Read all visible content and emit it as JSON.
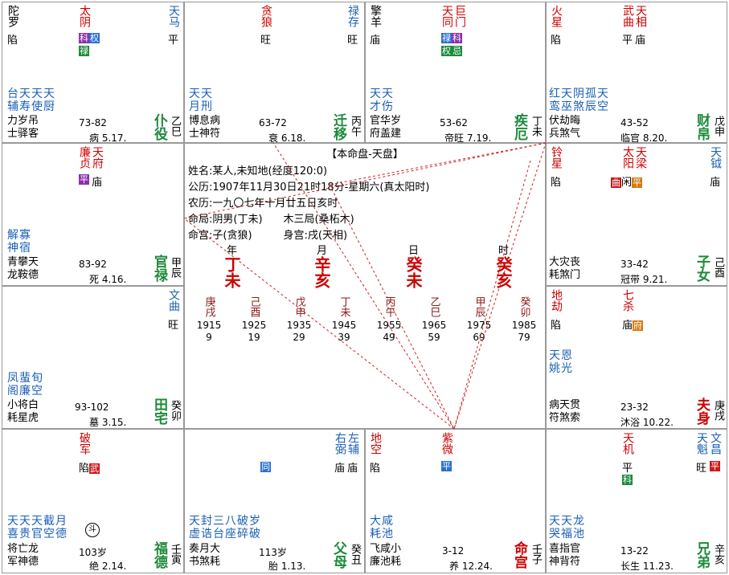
{
  "center": {
    "title": "【本命盘-天盘】",
    "lines": [
      "姓名:某人,未知地(经度120:0)",
      "公历:1907年11月30日21时18分-星期六(真太阳时)",
      "农历:一九〇七年十月廿五日亥时",
      "命局:阴男(丁未)　　木三局(桑柘木)",
      "命宫:子(贪狼)　　　身宫:戌(天相)"
    ],
    "pillars": [
      {
        "label": "年",
        "gz": "丁未"
      },
      {
        "label": "月",
        "gz": "辛亥"
      },
      {
        "label": "日",
        "gz": "癸未"
      },
      {
        "label": "时",
        "gz": "癸亥"
      }
    ],
    "decades": [
      {
        "gz": "庚戌",
        "year": "1915",
        "age": "9"
      },
      {
        "gz": "己酉",
        "year": "1925",
        "age": "19"
      },
      {
        "gz": "戊申",
        "year": "1935",
        "age": "29"
      },
      {
        "gz": "丁未",
        "year": "1945",
        "age": "39"
      },
      {
        "gz": "丙午",
        "year": "1955",
        "age": "49"
      },
      {
        "gz": "乙巳",
        "year": "1965",
        "age": "59"
      },
      {
        "gz": "甲辰",
        "year": "1975",
        "age": "69"
      },
      {
        "gz": "癸卯",
        "year": "1985",
        "age": "79"
      }
    ]
  },
  "palaces": {
    "si": {
      "stars": [
        {
          "name": "陀罗",
          "color": "dark",
          "bright": "陷"
        },
        {
          "name": "太阴",
          "color": "red",
          "tags": [
            {
              "t": "科",
              "c": "purple"
            },
            {
              "t": "权",
              "c": "blue"
            },
            {
              "t": "禄",
              "c": "green"
            }
          ]
        },
        {
          "name": "天马",
          "color": "blue",
          "bright": "平"
        }
      ],
      "minor": "台天天天\n辅寿使厨",
      "gods": "力岁吊\n士驿客",
      "range": "73-82",
      "stage": "病 5.17.",
      "name": "仆役",
      "gz": "乙巳"
    },
    "wu": {
      "stars": [
        {
          "name": "贪狼",
          "color": "red",
          "bright": "旺"
        },
        {
          "name": "禄存",
          "color": "blue",
          "bright": "旺"
        }
      ],
      "minor": "天天\n月刑",
      "gods": "博息病\n士神符",
      "range": "63-72",
      "stage": "衰 6.18.",
      "name": "迁移",
      "gz": "丙午"
    },
    "wei": {
      "stars": [
        {
          "name": "擎羊",
          "color": "dark",
          "bright": "庙"
        },
        {
          "name": "天同",
          "color": "red",
          "tags": [
            {
              "t": "禄",
              "c": "blue"
            },
            {
              "t": "权",
              "c": "green"
            }
          ]
        },
        {
          "name": "巨门",
          "color": "red",
          "tags": [
            {
              "t": "科",
              "c": "purple"
            },
            {
              "t": "忌",
              "c": "green"
            }
          ]
        }
      ],
      "minor": "天天\n才伤",
      "gods": "官华岁\n府盖建",
      "range": "53-62",
      "stage": "帝旺 7.19.",
      "name": "疾厄",
      "gz": "丁未"
    },
    "shen": {
      "stars": [
        {
          "name": "火星",
          "color": "red",
          "bright": "陷"
        },
        {
          "name": "武曲",
          "color": "red",
          "bright": "平"
        },
        {
          "name": "天相",
          "color": "red",
          "bright": "庙"
        }
      ],
      "minor": "红天阴孤天\n鸾巫煞辰空",
      "gods": "伏劫晦\n兵煞气",
      "range": "43-52",
      "stage": "临官 8.20.",
      "name": "财帛",
      "gz": "戊申"
    },
    "chen": {
      "stars": [
        {
          "name": "廉贞",
          "color": "red",
          "tags": [
            {
              "t": "平",
              "c": "purple"
            }
          ]
        },
        {
          "name": "天府",
          "color": "red",
          "bright": "庙"
        }
      ],
      "minor": "解寡\n神宿",
      "gods": "青攀天\n龙鞍德",
      "range": "83-92",
      "stage": "死 4.16.",
      "name": "官禄",
      "gz": "甲辰"
    },
    "you": {
      "stars": [
        {
          "name": "铃星",
          "color": "dark",
          "bright": "陷"
        },
        {
          "name": "太阳",
          "color": "red",
          "tags": [
            {
              "t": "曲",
              "c": "red"
            }
          ]
        },
        {
          "name": "天梁",
          "color": "red",
          "tags": [
            {
              "t": "平",
              "c": "orange"
            }
          ]
        },
        {
          "name": "天钺",
          "color": "blue",
          "bright": "庙"
        }
      ],
      "extra_bright": "闲",
      "minor": "",
      "gods": "大灾丧\n耗煞门",
      "range": "33-42",
      "stage": "冠带 9.21.",
      "name": "子女",
      "gz": "己酉"
    },
    "mao": {
      "stars": [
        {
          "name": "文曲",
          "color": "blue",
          "bright": "旺"
        }
      ],
      "minor": "凤蜚旬\n阁廉空",
      "gods": "小将白\n耗星虎",
      "range": "93-102",
      "stage": "墓 3.15.",
      "name": "田宅",
      "gz": "癸卯"
    },
    "xu": {
      "stars": [
        {
          "name": "地劫",
          "color": "red",
          "bright": "陷"
        },
        {
          "name": "七杀",
          "color": "red",
          "tags": [
            {
              "t": "府",
              "c": "orange"
            }
          ]
        }
      ],
      "extra_bright": "庙",
      "minor": "天恩\n姚光",
      "gods": "病天贯\n符煞索",
      "range": "23-32",
      "stage": "沐浴 10.22.",
      "name": "夫身",
      "gz": "庚戌",
      "name_red": true
    },
    "yin": {
      "stars": [
        {
          "name": "破军",
          "color": "red",
          "tags": [
            {
              "t": "武",
              "c": "red"
            }
          ]
        }
      ],
      "extra_bright": "陷",
      "minor": "天天天截月\n喜贵官空德",
      "gods": "将亡龙\n军神德",
      "range": "103岁",
      "stage": "绝 2.14.",
      "name": "福德",
      "gz": "壬寅",
      "circle": "斗"
    },
    "chou": {
      "stars": [
        {
          "name": "右弼",
          "color": "blue",
          "bright": "庙"
        },
        {
          "name": "左辅",
          "color": "blue",
          "bright": "庙"
        }
      ],
      "center_tag": "同",
      "minor": "天封三八破岁\n虚诰台座碎破",
      "gods": "奏月大\n书煞耗",
      "range": "113岁",
      "stage": "胎 1.13.",
      "name": "父母",
      "gz": "癸丑"
    },
    "zi": {
      "stars": [
        {
          "name": "地空",
          "color": "red",
          "bright": "陷"
        },
        {
          "name": "紫微",
          "color": "red",
          "tags": [
            {
              "t": "平",
              "c": "blue"
            }
          ]
        }
      ],
      "minor": "大咸\n耗池",
      "gods": "飞咸小\n廉池耗",
      "range": "3-12",
      "stage": "养 12.24.",
      "name": "命宫",
      "gz": "壬子",
      "name_red": true
    },
    "hai": {
      "stars": [
        {
          "name": "天机",
          "color": "red",
          "bright": "平",
          "tags": [
            {
              "t": "科",
              "c": "green"
            }
          ]
        },
        {
          "name": "天魁",
          "color": "blue",
          "bright": "旺"
        },
        {
          "name": "文昌",
          "color": "blue",
          "tags": [
            {
              "t": "平",
              "c": "red"
            }
          ]
        }
      ],
      "minor": "天天龙\n哭福池",
      "gods": "喜指官\n神背符",
      "range": "13-22",
      "stage": "长生 11.23.",
      "name": "兄弟",
      "gz": "辛亥"
    }
  }
}
